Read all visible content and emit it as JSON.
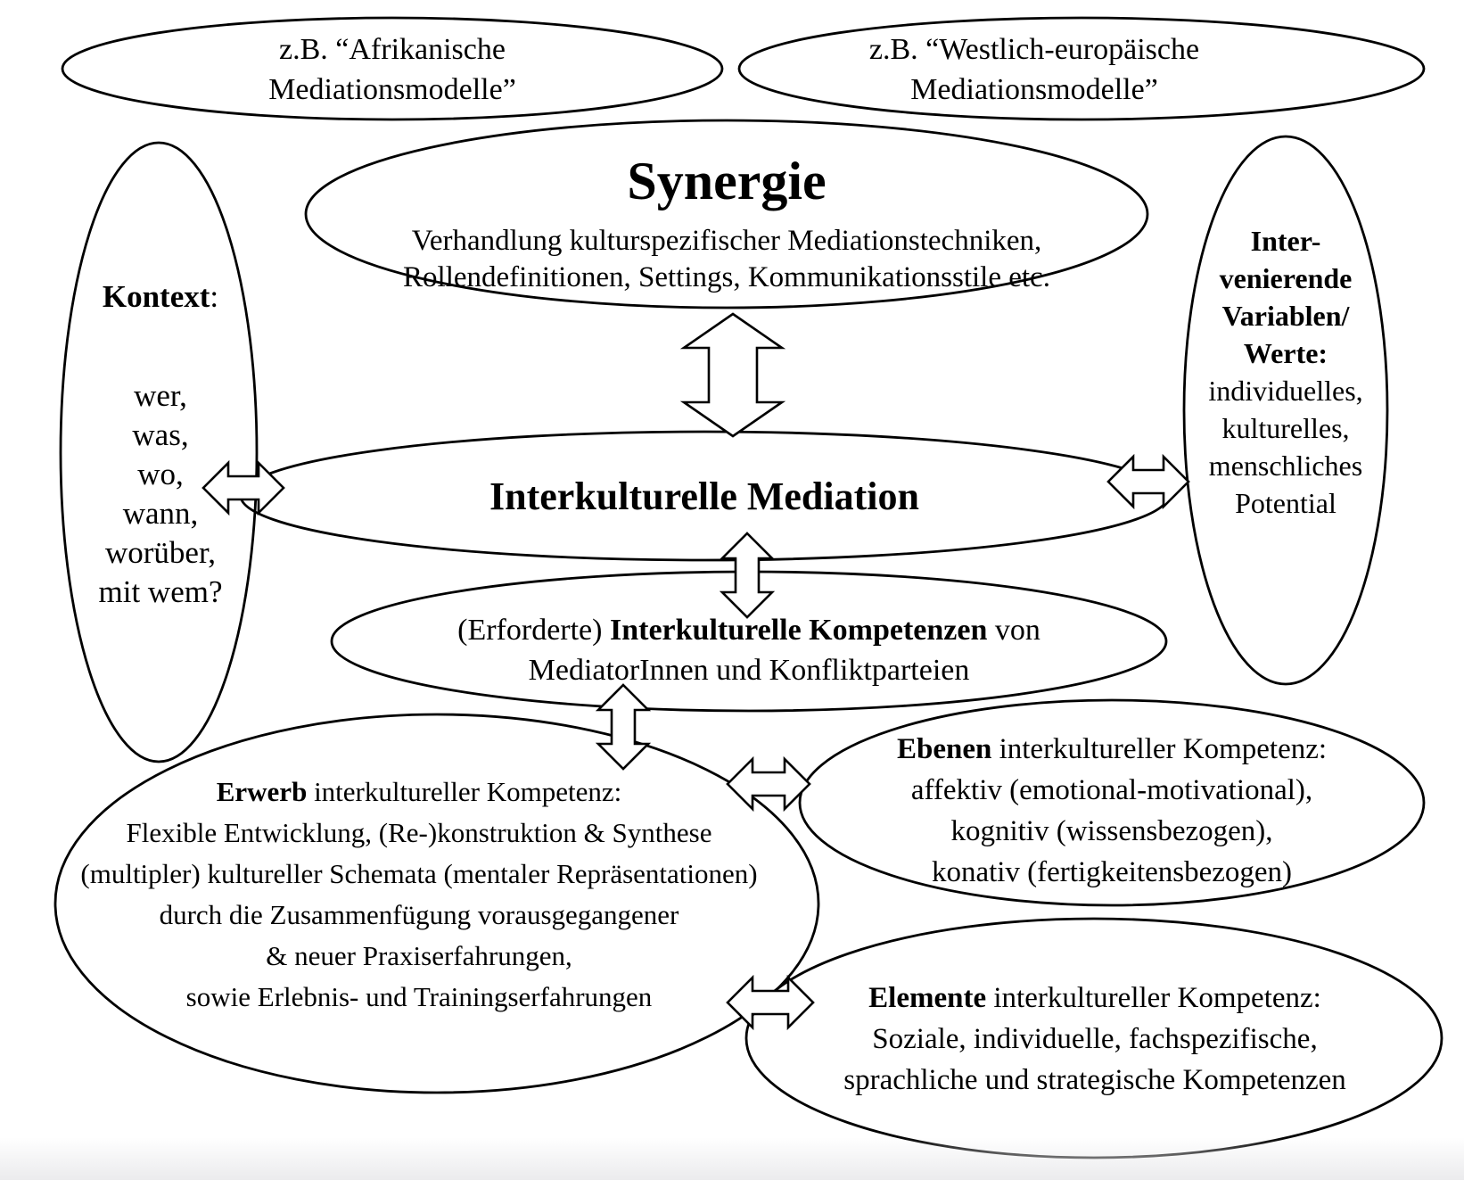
{
  "colors": {
    "ink": "#000000",
    "page": "#ffffff",
    "page_edge": "#ebebed"
  },
  "nodes": {
    "model_african": {
      "line1": "z.B. “Afrikanische",
      "line2": "Mediationsmodelle”"
    },
    "model_western": {
      "line1": "z.B. “Westlich-europäische",
      "line2": "Mediationsmodelle”"
    },
    "synergie": {
      "title": "Synergie",
      "line1": "Verhandlung kulturspezifischer Mediationstechniken,",
      "line2": "Rollendefinitionen, Settings, Kommunikationsstile etc."
    },
    "kontext": {
      "heading": "Kontext",
      "colon": ":",
      "items": [
        "wer,",
        "was,",
        "wo,",
        "wann,",
        "worüber,",
        "mit wem?"
      ]
    },
    "variablen": {
      "bold_lines": [
        "Inter-",
        "venierende",
        "Variablen/",
        "Werte:"
      ],
      "lines": [
        "individuelles,",
        "kulturelles,",
        "menschliches",
        "Potential"
      ]
    },
    "mediation": {
      "title": "Interkulturelle Mediation"
    },
    "kompetenzen": {
      "line1_pre": "(Erforderte) ",
      "line1_bold": "Interkulturelle Kompetenzen",
      "line1_post": " von",
      "line2": "MediatorInnen und Konfliktparteien"
    },
    "erwerb": {
      "lead_bold": "Erwerb",
      "lead_rest": " interkultureller Kompetenz:",
      "lines": [
        "Flexible Entwicklung, (Re-)konstruktion & Synthese",
        "(multipler) kultureller Schemata (mentaler Repräsentationen)",
        "durch die Zusammenfügung vorausgegangener",
        "& neuer Praxiserfahrungen,",
        "sowie Erlebnis- und Trainingserfahrungen"
      ]
    },
    "ebenen": {
      "lead_bold": "Ebenen",
      "lead_rest": " interkultureller Kompetenz:",
      "lines": [
        "affektiv (emotional-motivational),",
        "kognitiv (wissensbezogen),",
        "konativ (fertigkeitensbezogen)"
      ]
    },
    "elemente": {
      "lead_bold": "Elemente",
      "lead_rest": " interkultureller Kompetenz:",
      "lines": [
        "Soziale, individuelle, fachspezifische,",
        "sprachliche und strategische Kompetenzen"
      ]
    }
  }
}
